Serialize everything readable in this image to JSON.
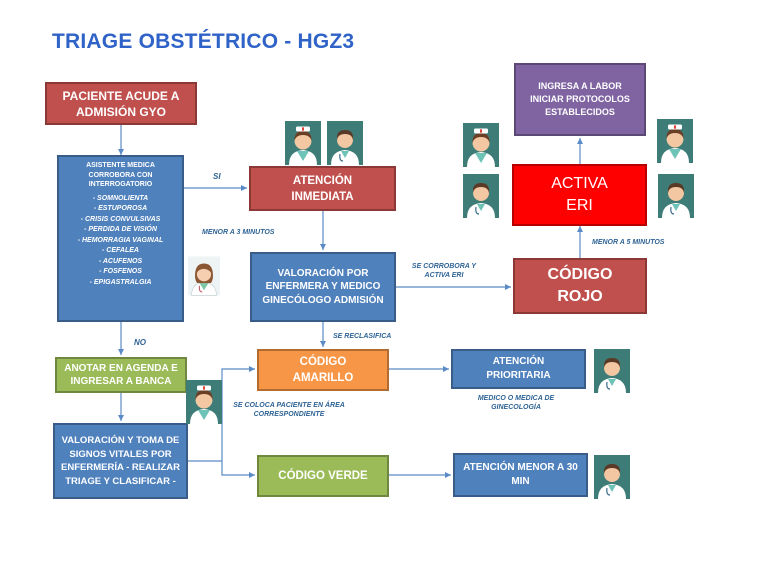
{
  "title": "TRIAGE OBSTÉTRICO - HGZ3",
  "nodes": {
    "admision": "PACIENTE ACUDE A ADMISIÓN GYO",
    "asistente_intro": "ASISTENTE MEDICA CORROBORA CON INTERROGATORIO",
    "symptoms": [
      "- SOMNOLIENTA",
      "- ESTUPOROSA",
      "- CRISIS CONVULSIVAS",
      "- PERDIDA DE VISIÓN",
      "- HEMORRAGIA VAGINAL",
      "- CEFALEA",
      "- ACUFENOS",
      "- FOSFENOS",
      "- EPIGASTRALGIA"
    ],
    "atencion_inmediata": "ATENCIÓN INMEDIATA",
    "valoracion_medico": "VALORACIÓN POR ENFERMERA Y MEDICO GINECÓLOGO ADMISIÓN",
    "codigo_rojo": "CÓDIGO ROJO",
    "activa_eri": "ACTIVA ERI",
    "ingresa_labor": "INGRESA A LABOR INICIAR PROTOCOLOS ESTABLECIDOS",
    "anotar_agenda": "ANOTAR EN AGENDA E INGRESAR A BANCA",
    "valoracion_signos": "VALORACIÓN Y TOMA DE SIGNOS VITALES POR ENFERMERÍA - REALIZAR TRIAGE Y CLASIFICAR -",
    "codigo_amarillo": "CÓDIGO AMARILLO",
    "atencion_prioritaria": "ATENCIÓN PRIORITARIA",
    "codigo_verde": "CÓDIGO VERDE",
    "atencion_30": "ATENCIÓN MENOR A 30 MIN"
  },
  "labels": {
    "si": "SI",
    "no": "NO",
    "menor_3": "MENOR A 3 MINUTOS",
    "se_corrobora": "SE CORROBORA Y ACTIVA ERI",
    "menor_5": "MENOR A 5 MINUTOS",
    "se_reclasifica": "SE RECLASIFICA",
    "se_coloca": "SE COLOCA PACIENTE EN ÁREA CORRESPONDIENTE",
    "medico_medica": "MEDICO O MEDICA DE GINECOLOGÍA"
  },
  "colors": {
    "title": "#2f63c8",
    "red": "#c0504d",
    "blue": "#4f81bd",
    "purple": "#8064a2",
    "orange": "#f79646",
    "green": "#9bbb59",
    "bright_red": "#ff0000",
    "connector": "#5b8bc6"
  },
  "icons": [
    "nurse-icon",
    "doctor-icon",
    "female-doctor-icon"
  ]
}
